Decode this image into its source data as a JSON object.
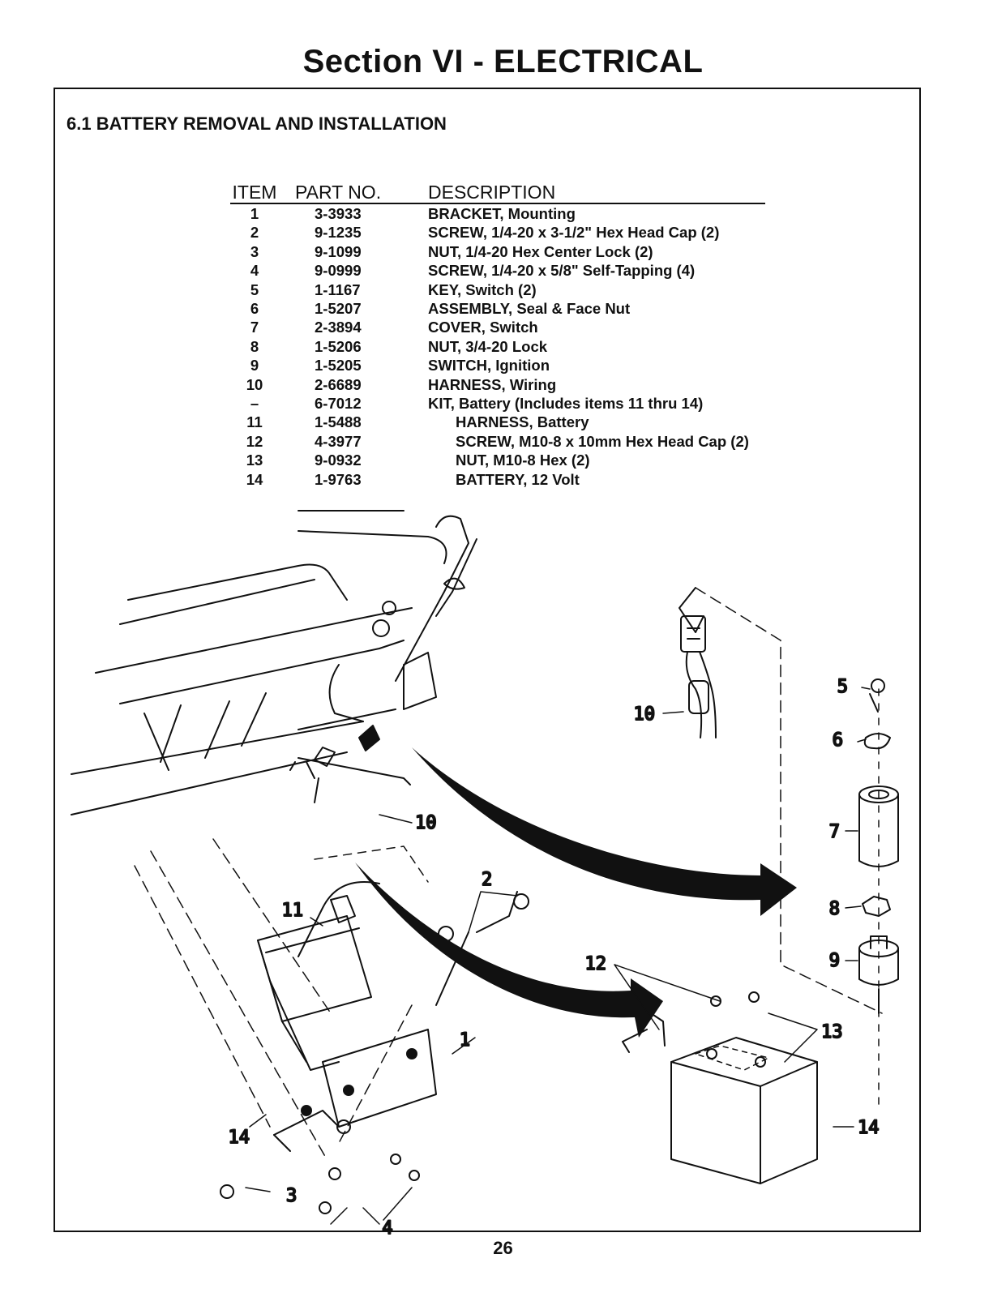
{
  "section_title": "Section VI - ELECTRICAL",
  "subtitle": "6.1 BATTERY REMOVAL AND INSTALLATION",
  "table": {
    "headers": {
      "item": "ITEM",
      "part_no": "PART NO.",
      "description": "DESCRIPTION"
    },
    "rows": [
      {
        "item": "1",
        "part_no": "3-3933",
        "description": "BRACKET, Mounting"
      },
      {
        "item": "2",
        "part_no": "9-1235",
        "description": "SCREW, 1/4-20 x 3-1/2\" Hex Head Cap (2)"
      },
      {
        "item": "3",
        "part_no": "9-1099",
        "description": "NUT, 1/4-20 Hex Center Lock (2)"
      },
      {
        "item": "4",
        "part_no": "9-0999",
        "description": "SCREW, 1/4-20 x 5/8\" Self-Tapping (4)"
      },
      {
        "item": "5",
        "part_no": "1-1167",
        "description": "KEY, Switch (2)"
      },
      {
        "item": "6",
        "part_no": "1-5207",
        "description": "ASSEMBLY, Seal & Face Nut"
      },
      {
        "item": "7",
        "part_no": "2-3894",
        "description": "COVER, Switch"
      },
      {
        "item": "8",
        "part_no": "1-5206",
        "description": "NUT, 3/4-20 Lock"
      },
      {
        "item": "9",
        "part_no": "1-5205",
        "description": "SWITCH, Ignition"
      },
      {
        "item": "10",
        "part_no": "2-6689",
        "description": "HARNESS, Wiring"
      },
      {
        "item": "–",
        "part_no": "6-7012",
        "description": "KIT, Battery (Includes items 11 thru 14)"
      },
      {
        "item": "11",
        "part_no": "1-5488",
        "description": "HARNESS, Battery"
      },
      {
        "item": "12",
        "part_no": "4-3977",
        "description": "SCREW, M10-8 x 10mm Hex Head Cap (2)"
      },
      {
        "item": "13",
        "part_no": "9-0932",
        "description": "NUT, M10-8 Hex (2)"
      },
      {
        "item": "14",
        "part_no": "1-9763",
        "description": "BATTERY, 12 Volt"
      }
    ]
  },
  "callouts": {
    "c1": "1",
    "c2": "2",
    "c3": "3",
    "c4": "4",
    "c5": "5",
    "c6": "6",
    "c7": "7",
    "c8": "8",
    "c9": "9",
    "c10a": "10",
    "c10b": "10",
    "c11": "11",
    "c12": "12",
    "c13": "13",
    "c14a": "14",
    "c14b": "14"
  },
  "page_number": "26"
}
